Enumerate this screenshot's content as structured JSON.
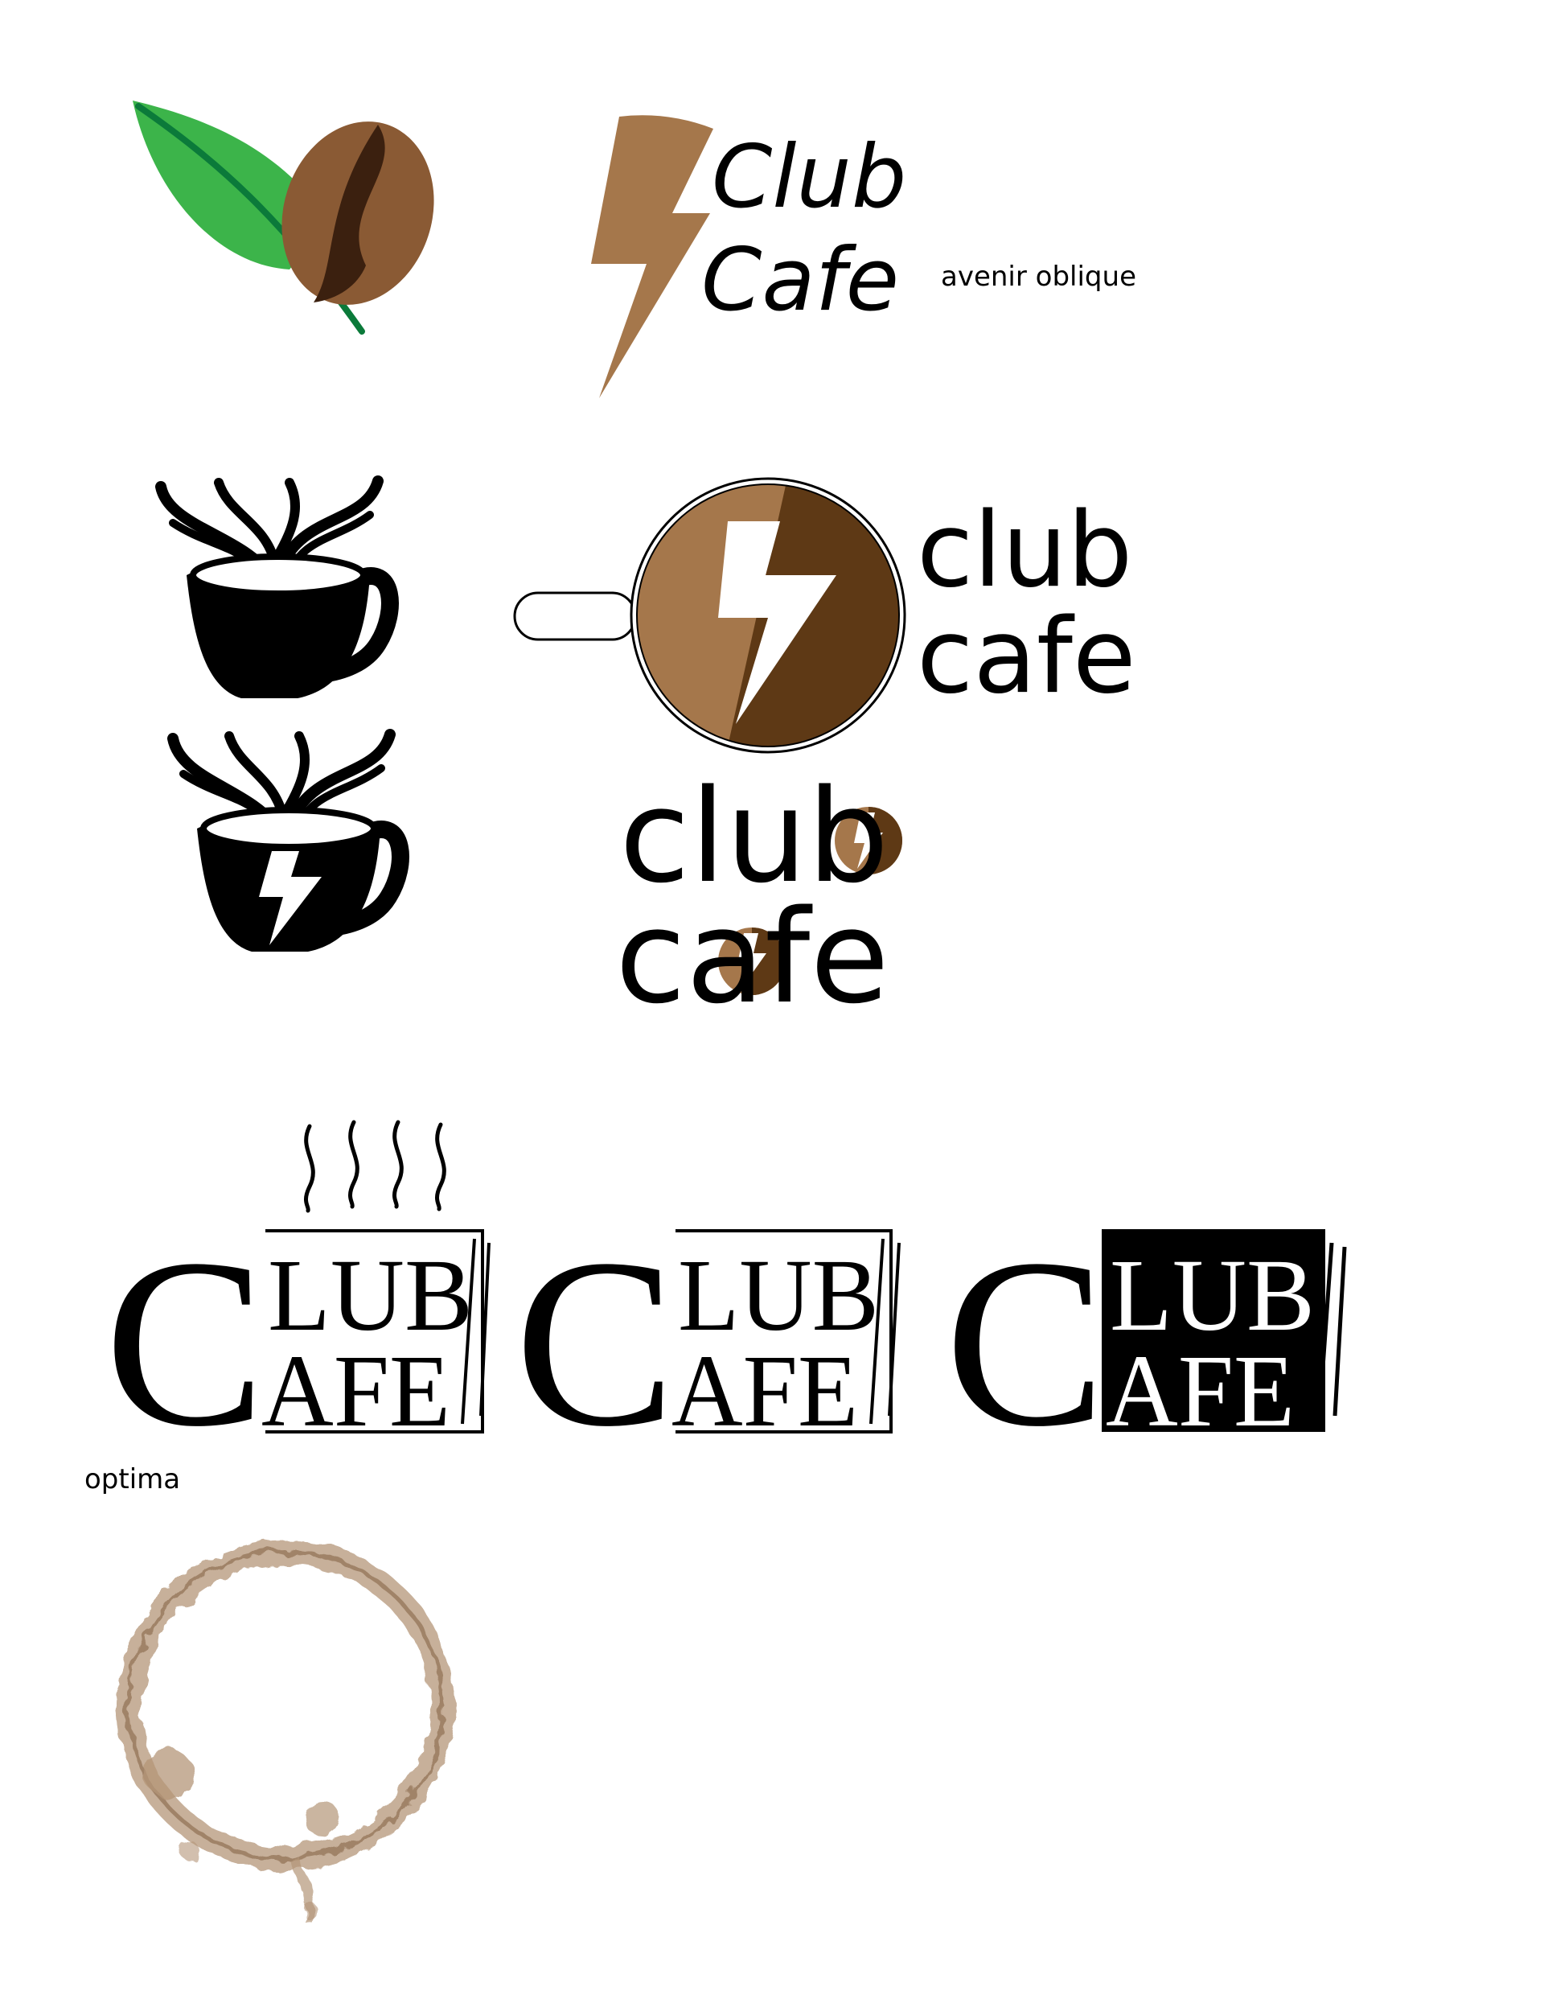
{
  "logo_oblique": {
    "line1": "Club",
    "line2": "Cafe",
    "font_note": "avenir oblique"
  },
  "logo_round": {
    "line1": "club",
    "line2": "cafe"
  },
  "logo_bolt_letters": {
    "line1_part": "clu",
    "line1_letter": "b",
    "line2_start": "c",
    "line2_letter": "a",
    "line2_end": "fe"
  },
  "logo_optima_variants": [
    {
      "big_letter": "C",
      "line1": "LUB",
      "line2": "AFE"
    },
    {
      "big_letter": "C",
      "line1": "LUB",
      "line2": "AFE"
    },
    {
      "big_letter": "C",
      "line1": "LUB",
      "line2": "AFE"
    }
  ],
  "font_note_optima": "optima",
  "colors": {
    "leaf_green": "#3cb44a",
    "leaf_vein": "#0b7a3a",
    "bean_brown": "#8a5a34",
    "bean_crease": "#3b200f",
    "bolt_tan": "#a5774b",
    "dark_brown": "#5e3915",
    "stain": "#9c7a5a",
    "ink": "#000000"
  }
}
